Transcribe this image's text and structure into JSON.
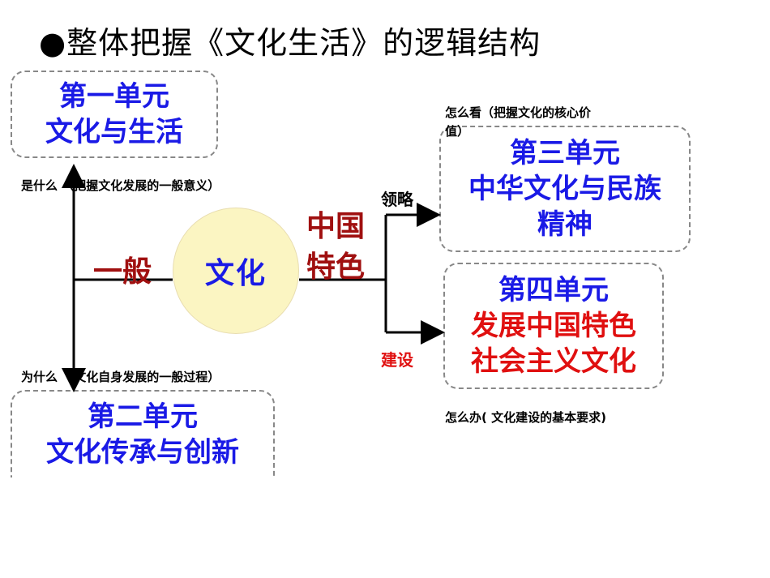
{
  "title": "●整体把握《文化生活》的逻辑结构",
  "center": "文化",
  "general_label": "一般",
  "china_label_1": "中国",
  "china_label_2": "特色",
  "lead_label": "领略",
  "build_label": "建设",
  "unit1": {
    "line1": "第一单元",
    "line2": "文化与生活"
  },
  "unit2": {
    "line1": "第二单元",
    "line2": "文化传承与创新"
  },
  "unit3": {
    "line1": "第三单元",
    "line2": "中华文化与民族",
    "line3": "精神"
  },
  "unit4": {
    "line1": "第四单元",
    "line2": "发展中国特色",
    "line3": "社会主义文化"
  },
  "note_what": "是什么 （把握文化发展的一般意义）",
  "note_why": "为什么 （文化自身发展的一般过程）",
  "note_how_see_1": "怎么看（把握文化的核心价",
  "note_how_see_2": "值）",
  "note_how_do": "怎么办( 文化建设的基本要求)"
}
